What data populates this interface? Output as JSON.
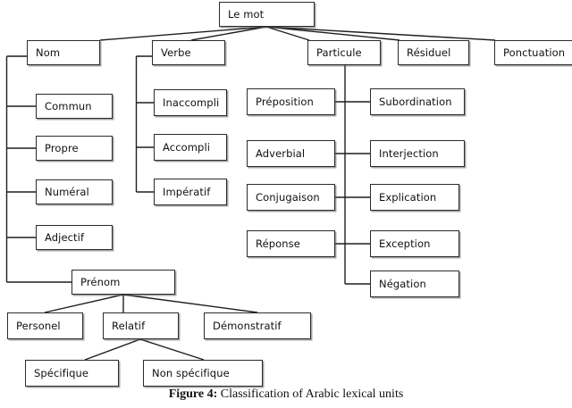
{
  "figure": {
    "caption_label": "Figure 4:",
    "caption_text": "Classification of Arabic lexical units",
    "line_color": "#1f1f1f",
    "box_border_color": "#2b2b2b",
    "box_fill_color": "#ffffff",
    "background_color": "#ffffff"
  },
  "nodes": {
    "root": {
      "label": "Le mot"
    },
    "level1": [
      {
        "id": "nom",
        "label": "Nom"
      },
      {
        "id": "verbe",
        "label": "Verbe"
      },
      {
        "id": "particule",
        "label": "Particule"
      },
      {
        "id": "residuel",
        "label": "Résiduel"
      },
      {
        "id": "ponctuation",
        "label": "Ponctuation"
      }
    ],
    "nom_children": [
      {
        "id": "commun",
        "label": "Commun"
      },
      {
        "id": "propre",
        "label": "Propre"
      },
      {
        "id": "numeral",
        "label": "Numéral"
      },
      {
        "id": "adjectif",
        "label": "Adjectif"
      },
      {
        "id": "prenom",
        "label": "Prénom"
      }
    ],
    "verbe_children": [
      {
        "id": "inaccompli",
        "label": "Inaccompli"
      },
      {
        "id": "accompli",
        "label": "Accompli"
      },
      {
        "id": "imperatif",
        "label": "Impératif"
      }
    ],
    "particule_children_left": [
      {
        "id": "preposition",
        "label": "Préposition"
      },
      {
        "id": "adverbial",
        "label": "Adverbial"
      },
      {
        "id": "conjugaison",
        "label": "Conjugaison"
      },
      {
        "id": "reponse",
        "label": "Réponse"
      }
    ],
    "particule_children_right": [
      {
        "id": "subordination",
        "label": "Subordination"
      },
      {
        "id": "interjection",
        "label": "Interjection"
      },
      {
        "id": "explication",
        "label": "Explication"
      },
      {
        "id": "exception",
        "label": "Exception"
      },
      {
        "id": "negation",
        "label": "Négation"
      }
    ],
    "prenom_children": [
      {
        "id": "personel",
        "label": "Personel"
      },
      {
        "id": "relatif",
        "label": "Relatif"
      },
      {
        "id": "demonstratif",
        "label": "Démonstratif"
      }
    ],
    "relatif_children": [
      {
        "id": "specifique",
        "label": "Spécifique"
      },
      {
        "id": "non-specifique",
        "label": "Non spécifique"
      }
    ]
  }
}
